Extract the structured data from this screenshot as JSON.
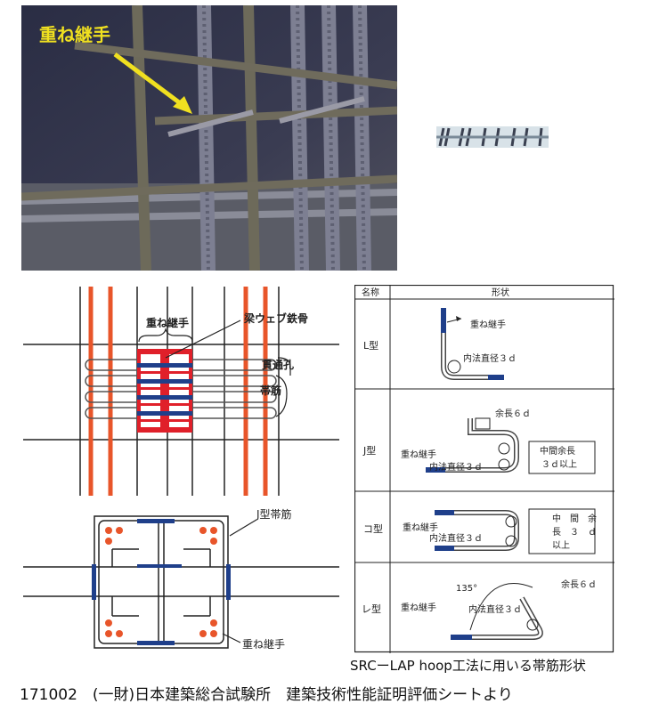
{
  "photo": {
    "label": "重ね継手"
  },
  "plan_diagram": {
    "lap_label": "重ね継手",
    "web_label": "梁ウェブ鉄骨",
    "hole_label": "貫通孔",
    "hoop_label": "帯筋"
  },
  "section_diagram": {
    "jhoop_label": "J型帯筋",
    "lap_label": "重ね継手"
  },
  "table": {
    "headers": [
      "名称",
      "形状"
    ],
    "rows": [
      {
        "name": "L型",
        "labels": [
          "重ね継手",
          "内法直径３ｄ"
        ]
      },
      {
        "name": "J型",
        "labels": [
          "余長６ｄ",
          "重ね継手",
          "内法直径３ｄ",
          "中間余長",
          "３ｄ以上"
        ]
      },
      {
        "name": "コ型",
        "labels": [
          "重ね継手",
          "内法直径３ｄ",
          "中　間　余",
          "長　３　ｄ",
          "以上"
        ]
      },
      {
        "name": "レ型",
        "labels": [
          "135°",
          "余長６ｄ",
          "重ね継手",
          "内法直径３ｄ"
        ]
      }
    ]
  },
  "captions": {
    "table_caption": "SRCーLAP hoop工法に用いる帯筋形状",
    "source": "171002　(一財)日本建築総合試験所　建築技術性能証明評価シートより"
  },
  "colors": {
    "rebar_orange": "#e8552a",
    "lap_blue": "#1f3f8a",
    "steel_red": "#e0202a"
  }
}
